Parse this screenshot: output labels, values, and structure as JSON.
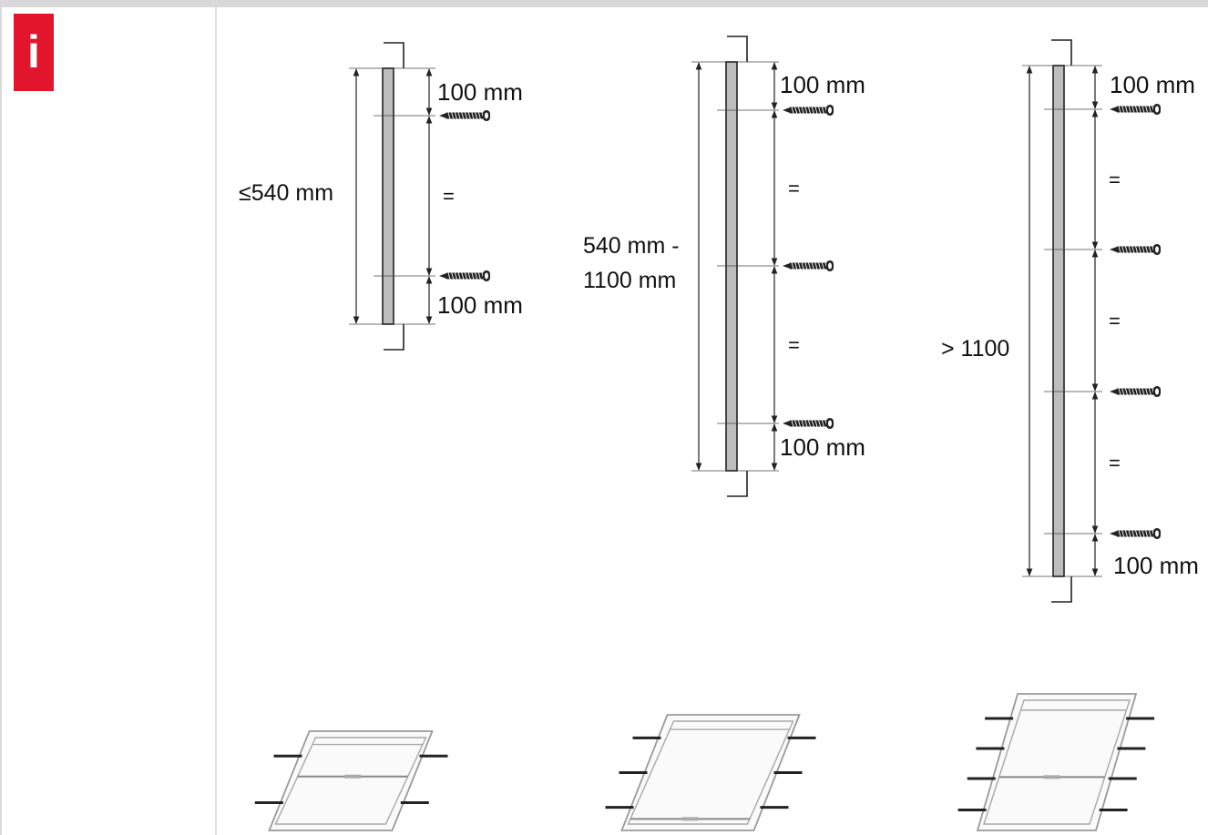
{
  "info_badge": {
    "glyph": "i",
    "icon": "info-icon",
    "color": "#e1162d"
  },
  "panels": [
    {
      "length_label": [
        "≤540 mm"
      ],
      "edge_label_top": "100 mm",
      "edge_label_bottom": "100 mm",
      "screw_count": 2,
      "spacing_symbol": "="
    },
    {
      "length_label": [
        "540 mm -",
        "1100 mm"
      ],
      "edge_label_top": "100 mm",
      "edge_label_bottom": "100 mm",
      "screw_count": 3,
      "spacing_symbol": "="
    },
    {
      "length_label": [
        "> 1100"
      ],
      "edge_label_top": "100 mm",
      "edge_label_bottom": "100 mm",
      "screw_count": 4,
      "spacing_symbol": "="
    }
  ],
  "window_sketches": [
    {
      "screws_per_side": 2,
      "icon": "window-frame-icon"
    },
    {
      "screws_per_side": 3,
      "icon": "window-frame-icon"
    },
    {
      "screws_per_side": 4,
      "icon": "window-frame-icon"
    }
  ]
}
